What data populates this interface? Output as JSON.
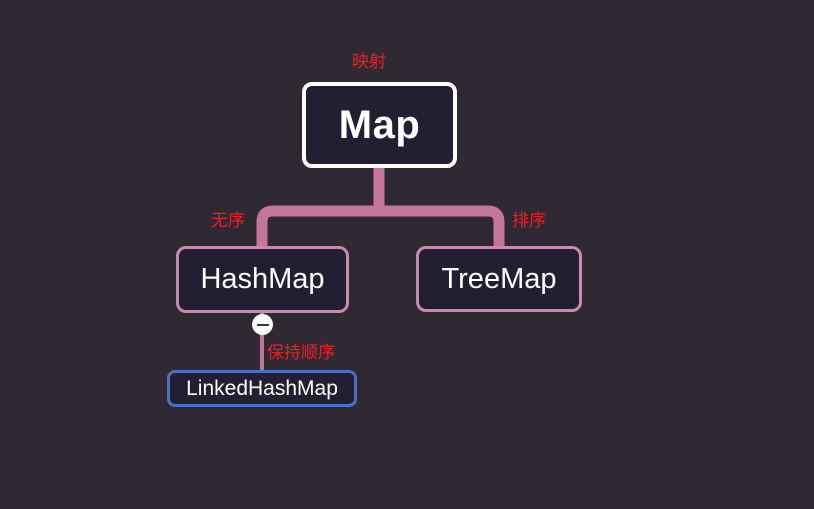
{
  "diagram": {
    "type": "mindmap-tree",
    "background_color": "#2e2933",
    "nodes": {
      "root": {
        "label": "Map",
        "border_color": "#fdfdfd",
        "fill_color": "#241e33"
      },
      "hash": {
        "label": "HashMap",
        "border_color": "#c98aad",
        "fill_color": "#241e33"
      },
      "tree": {
        "label": "TreeMap",
        "border_color": "#c98aad",
        "fill_color": "#241e33"
      },
      "linked": {
        "label": "LinkedHashMap",
        "border_color": "#4a6fc3",
        "fill_color": "#241e33"
      }
    },
    "edge_labels": {
      "root_title": "映射",
      "to_hash": "无序",
      "to_tree": "排序",
      "to_linked": "保持顺序",
      "color": "#ec2024"
    },
    "connectors": {
      "color": "#c4759b",
      "thin_color": "#c4759b"
    },
    "collapse_button": {
      "icon": "minus-icon",
      "state": "expanded"
    }
  }
}
